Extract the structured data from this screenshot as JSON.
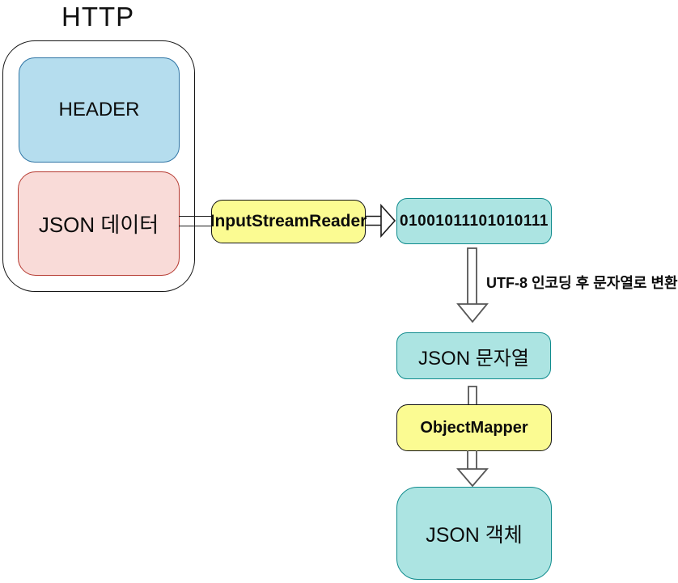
{
  "diagram": {
    "title": "HTTP",
    "http_container": {
      "header_label": "HEADER",
      "json_data_label": "JSON 데이터"
    },
    "reader": {
      "label": "InputStreamReader"
    },
    "binary": {
      "label": "01001011101010111"
    },
    "utf8_note": "UTF-8 인코딩 후 문자열로 변환",
    "json_string": {
      "label": "JSON 문자열"
    },
    "mapper": {
      "label": "ObjectMapper"
    },
    "json_object": {
      "label": "JSON 객체"
    },
    "colors": {
      "header_fill": "#b5ddee",
      "header_border": "#2e74a4",
      "json_data_fill": "#f9dbd8",
      "json_data_border": "#b5382f",
      "process_fill": "#fbfb92",
      "process_border": "#141414",
      "data_fill": "#ace4e2",
      "data_border": "#0f8b8d",
      "arrow_stroke": "#555555",
      "connector_stroke": "#1c1c1c"
    }
  }
}
